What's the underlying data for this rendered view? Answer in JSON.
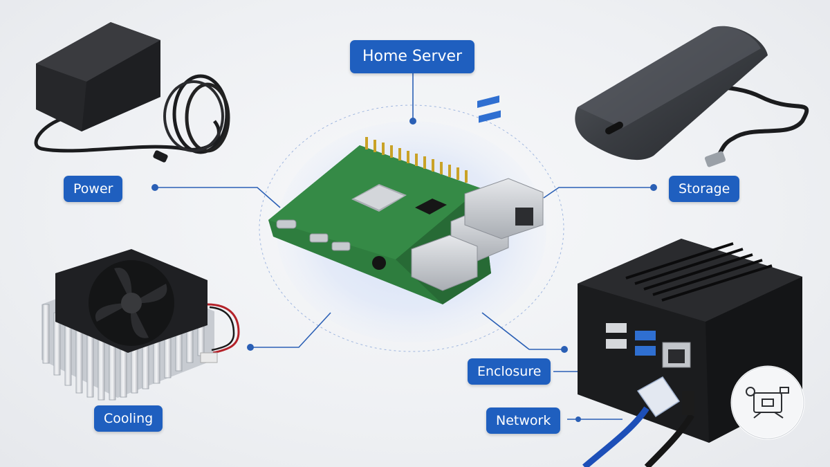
{
  "title": "Home Server",
  "components": {
    "power": "Power",
    "storage": "Storage",
    "cooling": "Cooling",
    "enclosure": "Enclosure",
    "network": "Network"
  },
  "colors": {
    "label_bg": "#1f5fbf",
    "label_text": "#ffffff",
    "connector": "#2a5fb5",
    "board": "#2e7d3e",
    "cable_blue": "#1d4fb8"
  },
  "icons": [
    "power-adapter-icon",
    "ssd-icon",
    "cooling-fan-icon",
    "mini-pc-enclosure-icon",
    "ethernet-cable-icon",
    "single-board-computer-icon",
    "circuit-badge-icon"
  ]
}
